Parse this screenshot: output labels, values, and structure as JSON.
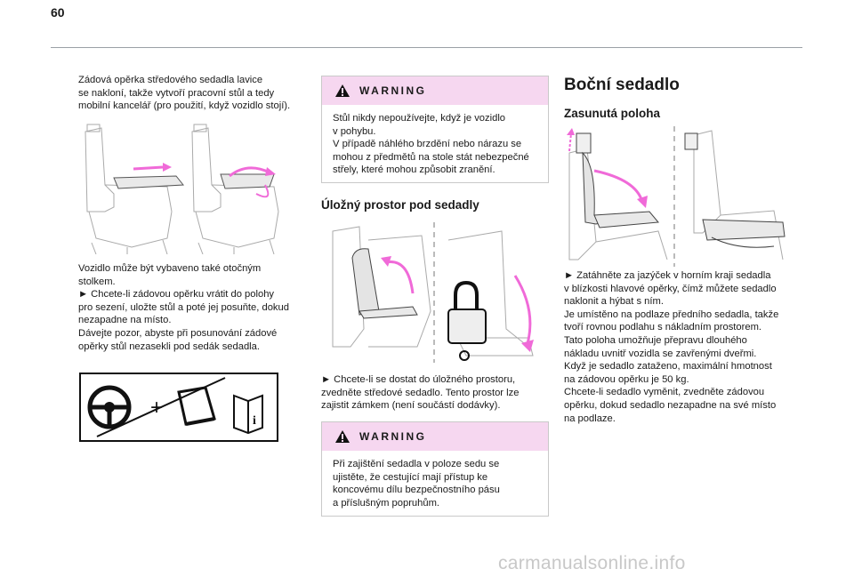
{
  "page": {
    "number": "60",
    "watermark": "carmanualsonline.info"
  },
  "col1": {
    "intro": "Zádová opěrka středového sedadla lavice\nse nakloní, takže vytvoří pracovní stůl a tedy\nmobilní kancelář (pro použití, když vozidlo stojí).",
    "body": "Vozidlo může být vybaveno také otočným\nstolkem.\n► Chcete-li zádovou opěrku vrátit do polohy\npro sezení, uložte stůl a poté jej posuňte, dokud\nnezapadne na místo.\nDávejte pozor, abyste při posunování zádové\nopěrky stůl nezasekli pod sedák sedadla."
  },
  "col2": {
    "warning1": {
      "title": "WARNING",
      "text": "Stůl nikdy nepoužívejte, když je vozidlo\nv pohybu.\nV případě náhlého brzdění nebo nárazu se\nmohou z předmětů na stole stát nebezpečné\nstřely, které mohou způsobit zranění."
    },
    "heading": "Úložný prostor pod sedadly",
    "body": "► Chcete-li se dostat do úložného prostoru,\nzvedněte středové sedadlo. Tento prostor lze\nzajistit zámkem (není součástí dodávky).",
    "warning2": {
      "title": "WARNING",
      "text": "Při zajištění sedadla v poloze sedu se\nujistěte, že cestující mají přístup ke\nkoncovému dílu bezpečnostního pásu\na příslušným popruhům."
    }
  },
  "col3": {
    "title": "Boční sedadlo",
    "subtitle": "Zasunutá poloha",
    "body": "► Zatáhněte za jazýček v horním kraji sedadla\nv blízkosti hlavové opěrky, čímž můžete sedadlo\nnaklonit a hýbat s ním.\nJe umístěno na podlaze předního sedadla, takže\ntvoří rovnou podlahu s nákladním prostorem.\nTato poloha umožňuje přepravu dlouhého\nnákladu uvnitř vozidla se zavřenými dveřmi.\nKdyž je sedadlo zataženo, maximální hmotnost\nna zádovou opěrku je 50 kg.\nChcete-li sedadlo vyměnit, zvedněte zádovou\nopěrku, dokud sedadlo nezapadne na své místo\nna podlaze."
  },
  "colors": {
    "accent": "#f06ad8",
    "warning_bg": "#f6d7f0",
    "line": "#9aa0a6"
  },
  "icons": [
    "warning-triangle-icon",
    "steering-wheel-icon",
    "no-table-symbol-icon",
    "book-info-icon",
    "padlock-icon"
  ]
}
